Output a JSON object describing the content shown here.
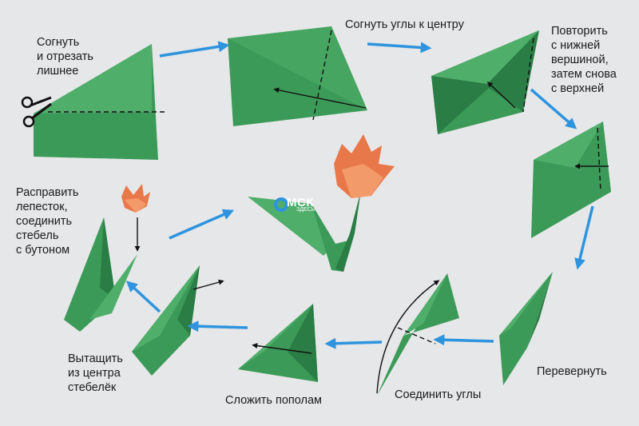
{
  "labels": {
    "step1": "Согнуть\nи отрезать\nлишнее",
    "step2": "Согнуть углы к центру",
    "step3": "Повторить\nс нижней\nвершиной,\nзатем снова\nс верхней",
    "step4": "Перевернуть",
    "step5": "Соединить углы",
    "step6": "Сложить пополам",
    "step7": "Вытащить\nиз центра\nстебелёк",
    "step8": "Расправить\nлепесток,\nсоединить\nстебель\nс бутоном"
  },
  "logo": {
    "main": "МСК",
    "sub": "ЗДЕСЬ"
  },
  "colors": {
    "paper_green": "#3c9a58",
    "paper_green_light": "#4fae6a",
    "paper_green_dark": "#2a7d44",
    "flower": "#e8784a",
    "flower_light": "#f39a6a",
    "arrow_blue": "#2e94de",
    "background": "#e6e7e9"
  }
}
